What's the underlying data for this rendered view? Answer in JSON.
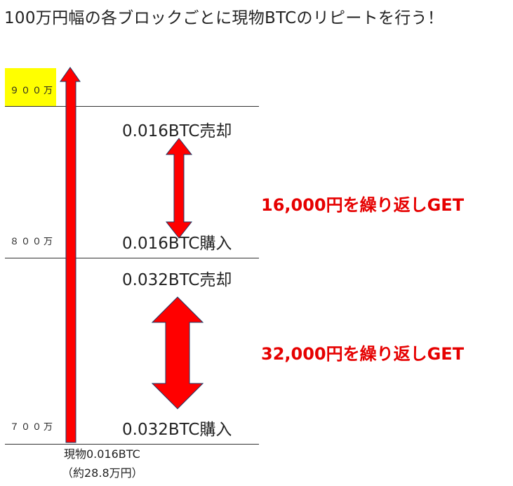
{
  "title": "100万円幅の各ブロックごとに現物BTCのリピートを行う！",
  "levels": {
    "top": "９００万",
    "mid": "８００万",
    "bottom": "７００万"
  },
  "blocks": [
    {
      "sell": "0.016BTC売却",
      "buy": "0.016BTC購入",
      "profit": "16,000円を繰り返しGET"
    },
    {
      "sell": "0.032BTC売却",
      "buy": "0.032BTC購入",
      "profit": "32,000円を繰り返しGET"
    }
  ],
  "holding": {
    "label": "現物0.016BTC",
    "value": "（約28.8万円）"
  },
  "colors": {
    "arrow_fill": "#ff0000",
    "arrow_stroke": "#1f3864",
    "profit_text": "#e60000",
    "highlight": "#ffff00"
  }
}
